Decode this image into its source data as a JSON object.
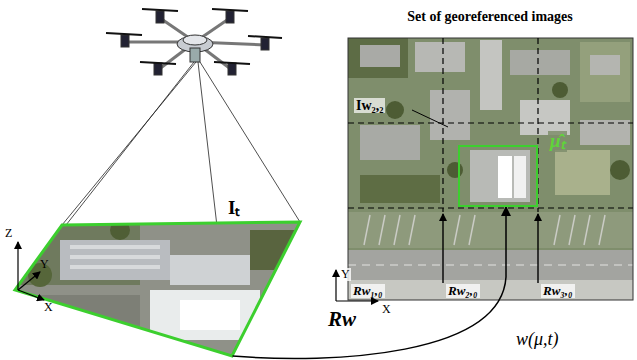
{
  "diagram": {
    "nodes": [
      {
        "text": [
          "Iₜ"
        ]
      },
      {
        "text": [
          "Set of georeferenced images"
        ]
      },
      {
        "text": [
          "μ̂ₜ"
        ],
        "in": 1
      }
    ],
    "edges": [
      {
        "from": 0,
        "to": 2,
        "label": "w(μ,t)",
        "arrow": "to"
      }
    ],
    "labels": [
      "Z",
      "Y",
      "X",
      "Iw₂,₂",
      "Rw₁,₀",
      "Rw₂,₀",
      "Rw₃,₀",
      "Rw",
      "Y",
      "X"
    ]
  }
}
